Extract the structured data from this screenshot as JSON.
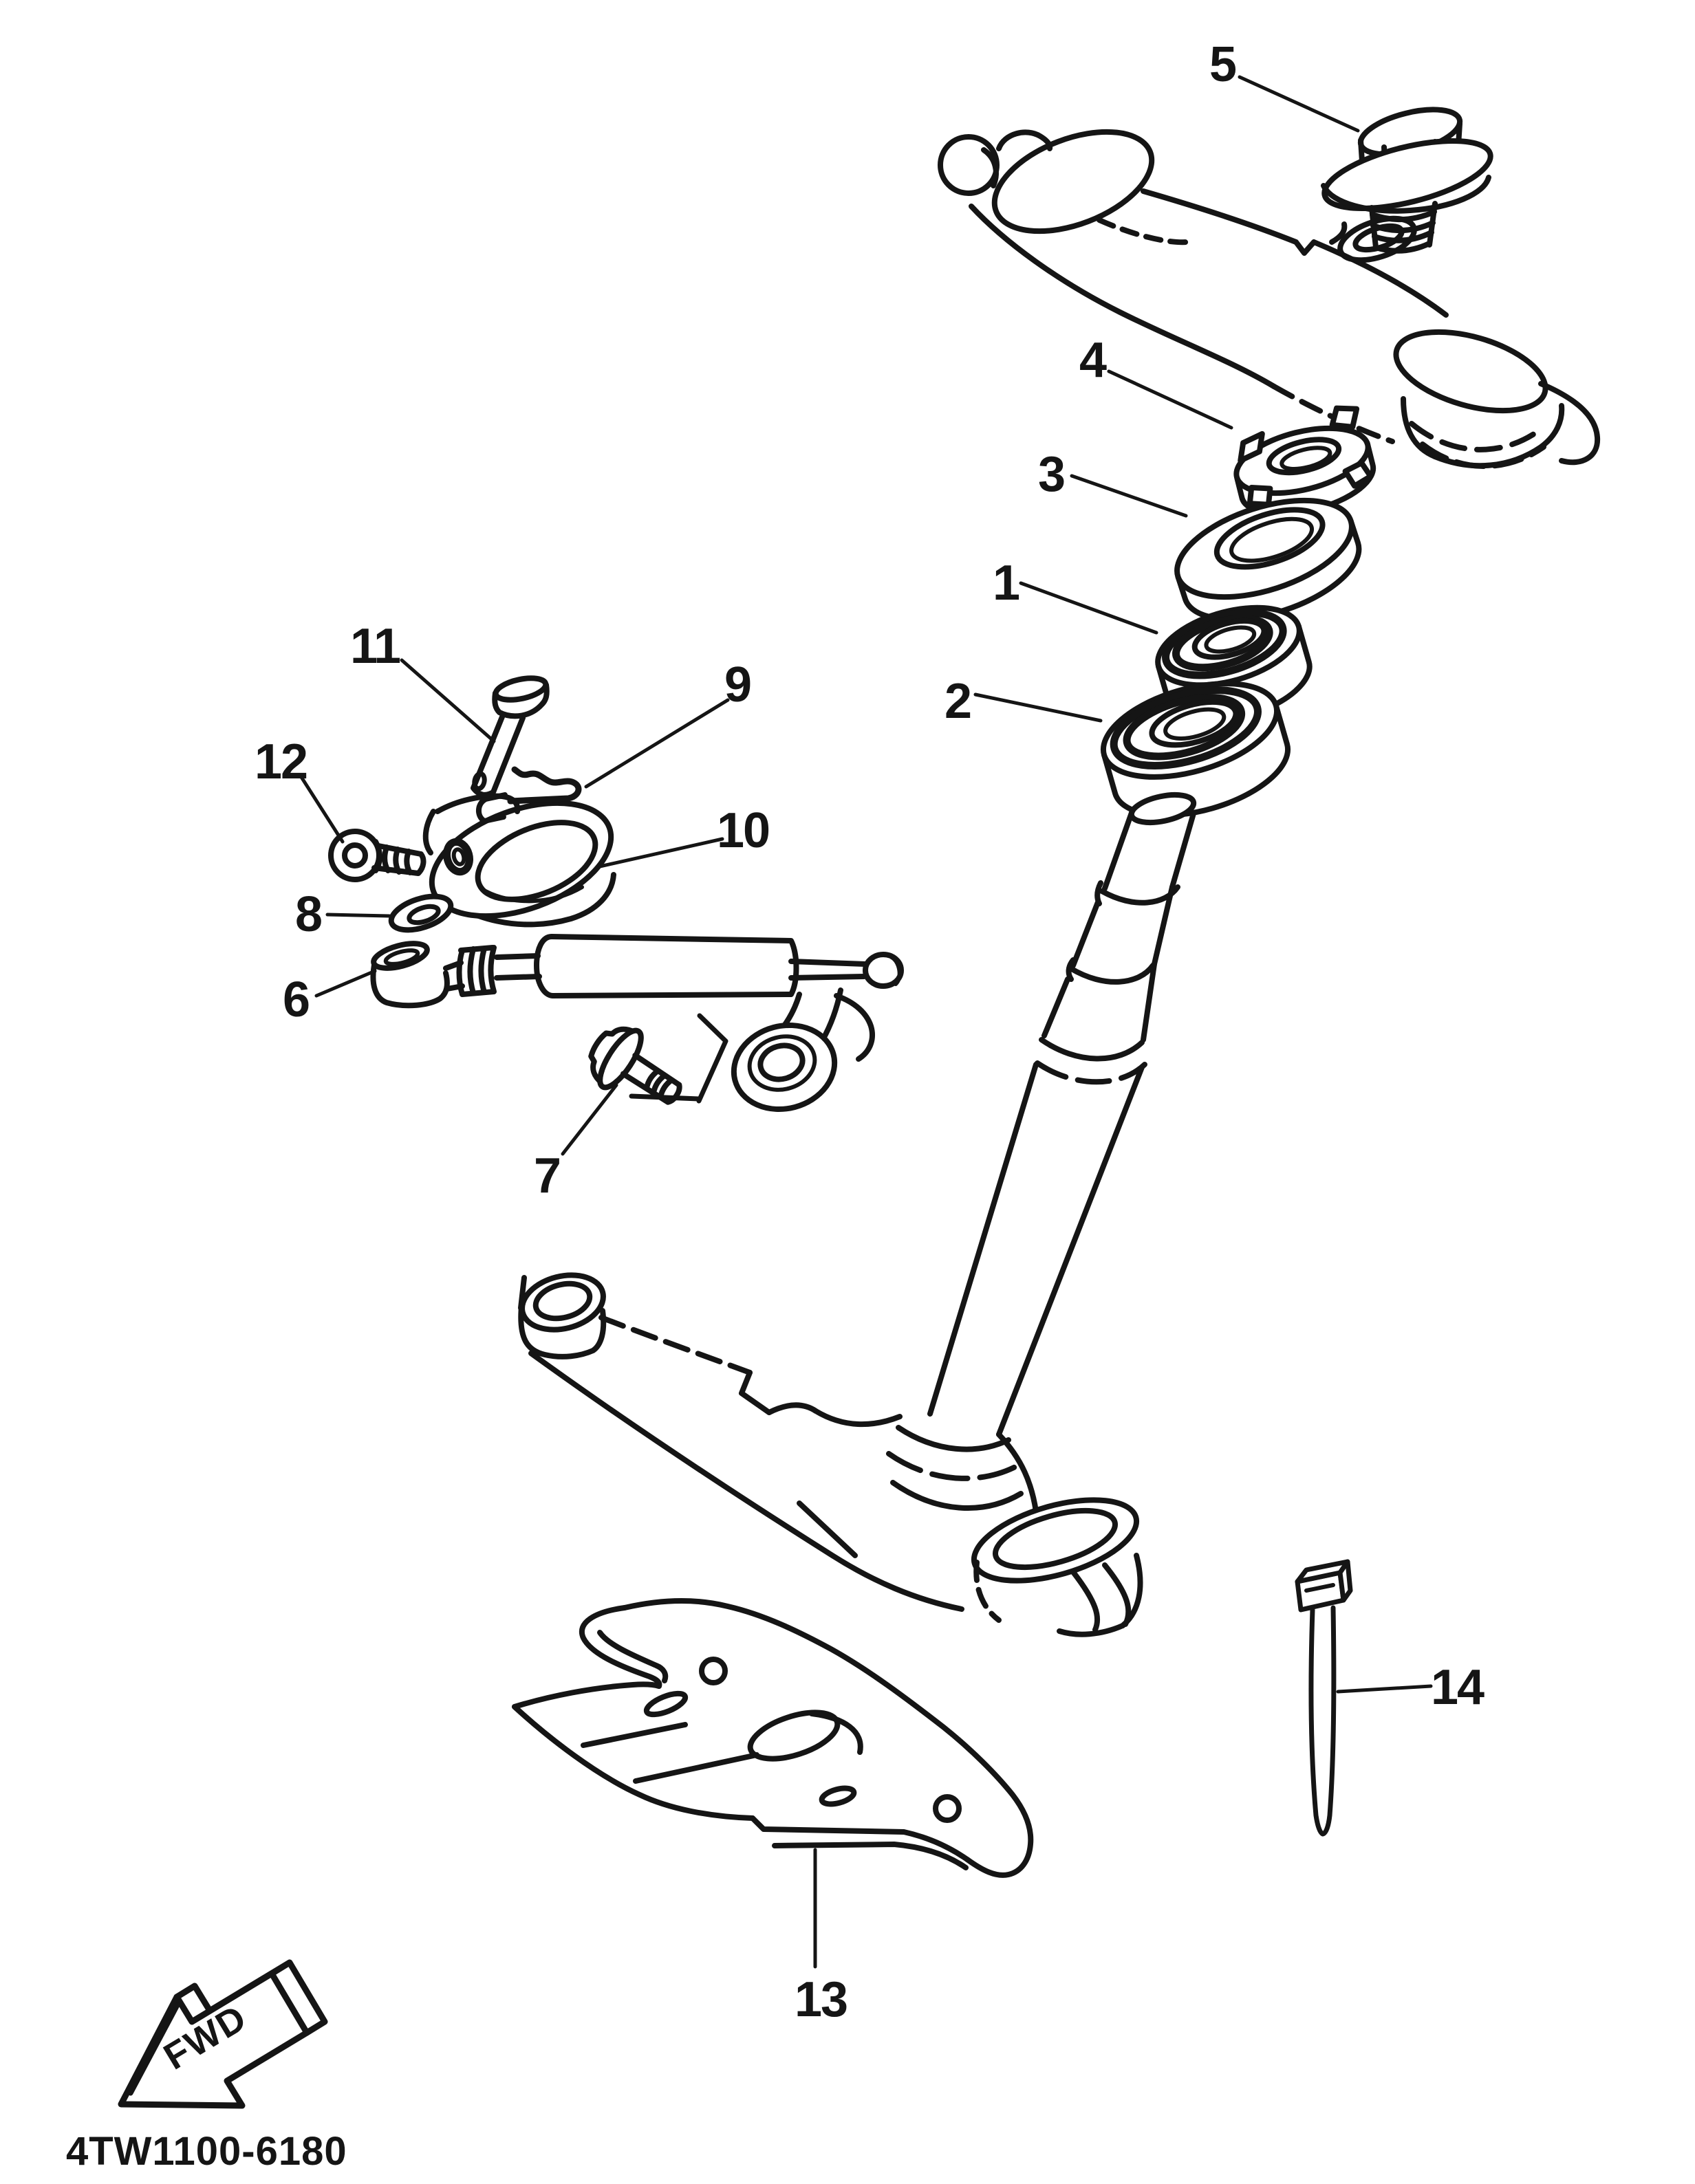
{
  "page": {
    "background": "#ffffff",
    "ink": "#151515"
  },
  "diagram": {
    "type": "exploded-parts-diagram",
    "part_code": "4TW1100-6180",
    "fwd_label": "FWD",
    "callouts": [
      {
        "num": "1"
      },
      {
        "num": "2"
      },
      {
        "num": "3"
      },
      {
        "num": "4"
      },
      {
        "num": "5"
      },
      {
        "num": "6"
      },
      {
        "num": "7"
      },
      {
        "num": "8"
      },
      {
        "num": "9"
      },
      {
        "num": "10"
      },
      {
        "num": "11"
      },
      {
        "num": "12"
      },
      {
        "num": "13"
      },
      {
        "num": "14"
      }
    ]
  }
}
